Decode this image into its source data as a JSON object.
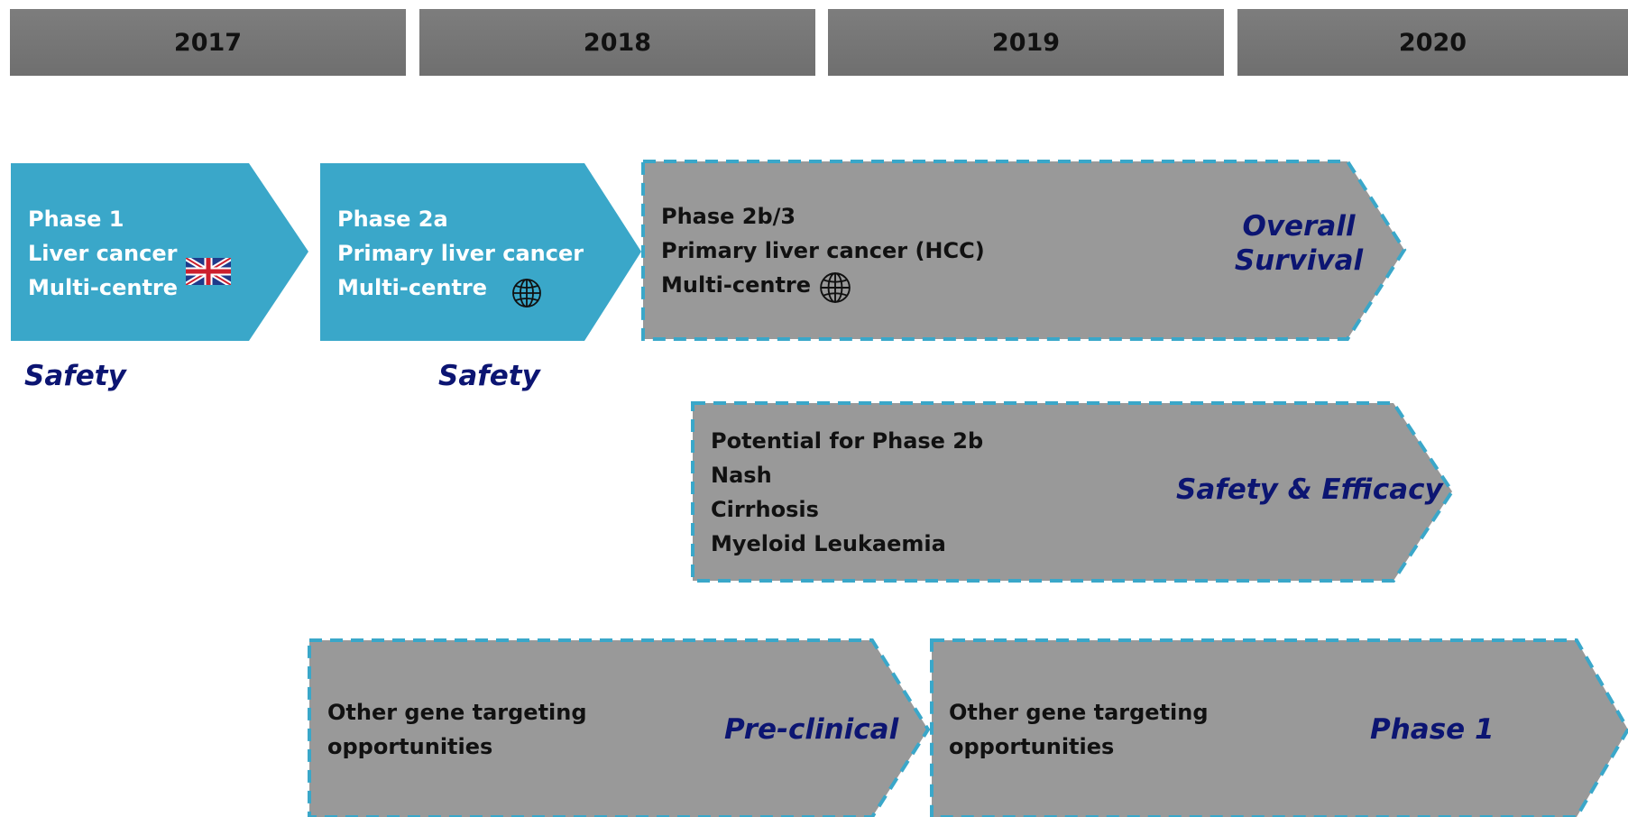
{
  "years": [
    "2017",
    "2018",
    "2019",
    "2020"
  ],
  "phase1": {
    "lines": [
      "Phase 1",
      "Liver cancer",
      "Multi-centre"
    ],
    "outcome": "Safety",
    "icon": "uk-flag-icon"
  },
  "phase2a": {
    "lines": [
      "Phase 2a",
      "Primary liver cancer",
      "Multi-centre"
    ],
    "outcome": "Safety",
    "icon": "globe-icon"
  },
  "phase2b3": {
    "lines": [
      "Phase 2b/3",
      "Primary liver cancer (HCC)",
      "Multi-centre"
    ],
    "outcome_lines": [
      "Overall",
      "Survival"
    ],
    "icon": "globe-icon"
  },
  "potential": {
    "lines": [
      "Potential for Phase 2b",
      "Nash",
      "Cirrhosis",
      "Myeloid Leukaemia"
    ],
    "outcome": "Safety & Efficacy"
  },
  "preclinical": {
    "lines": [
      "Other gene targeting",
      "opportunities"
    ],
    "outcome": "Pre-clinical"
  },
  "other_phase1": {
    "lines": [
      "Other gene targeting",
      "opportunities"
    ],
    "outcome": "Phase 1"
  },
  "colors": {
    "completed_fill": "#3aa7c9",
    "planned_fill": "#999999",
    "dashed_border": "#3aa7c9",
    "outcome_text": "#0c1572",
    "year_bar": "#747474"
  }
}
